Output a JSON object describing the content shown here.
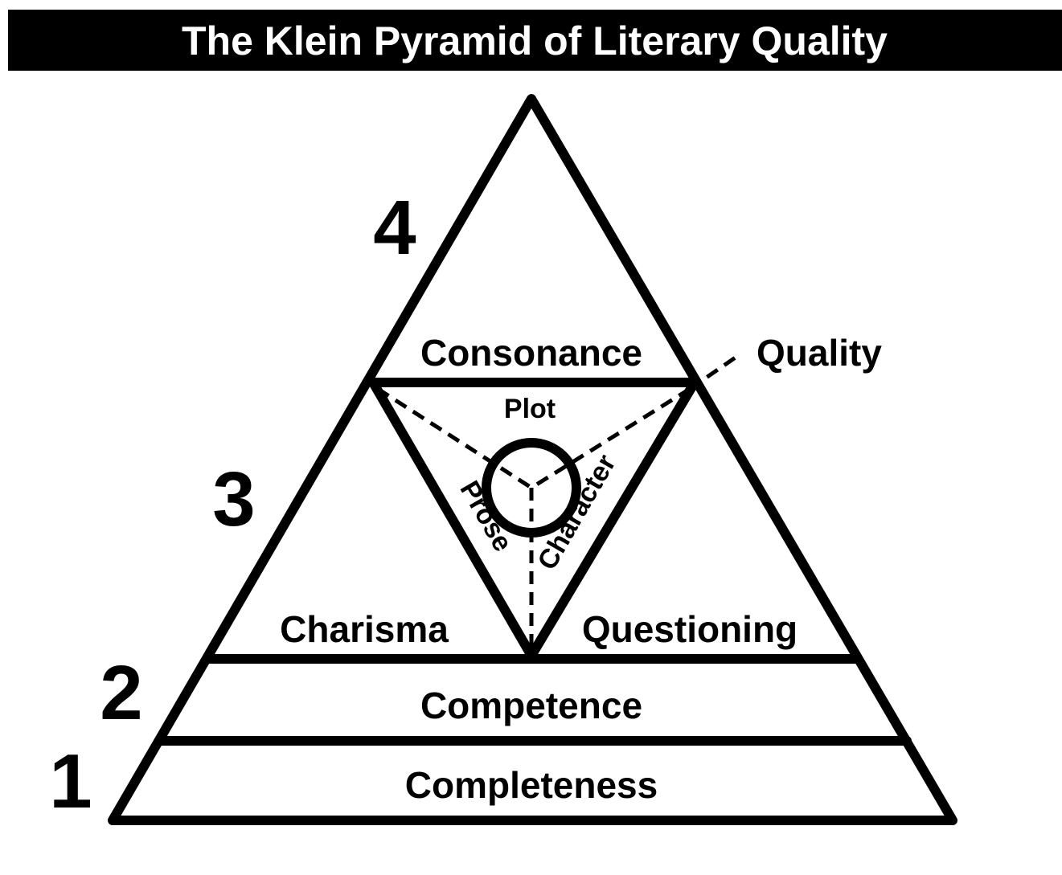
{
  "title": "The Klein Pyramid of Literary Quality",
  "levels": {
    "one": "1",
    "two": "2",
    "three": "3",
    "four": "4"
  },
  "zones": {
    "completeness": "Completeness",
    "competence": "Competence",
    "charisma": "Charisma",
    "questioning": "Questioning",
    "consonance": "Consonance",
    "quality": "Quality"
  },
  "center": {
    "plot": "Plot",
    "prose": "Prose",
    "character": "Character"
  },
  "colors": {
    "ink": "#000000",
    "title_background": "#000000",
    "title_text": "#ffffff",
    "background": "#ffffff"
  }
}
